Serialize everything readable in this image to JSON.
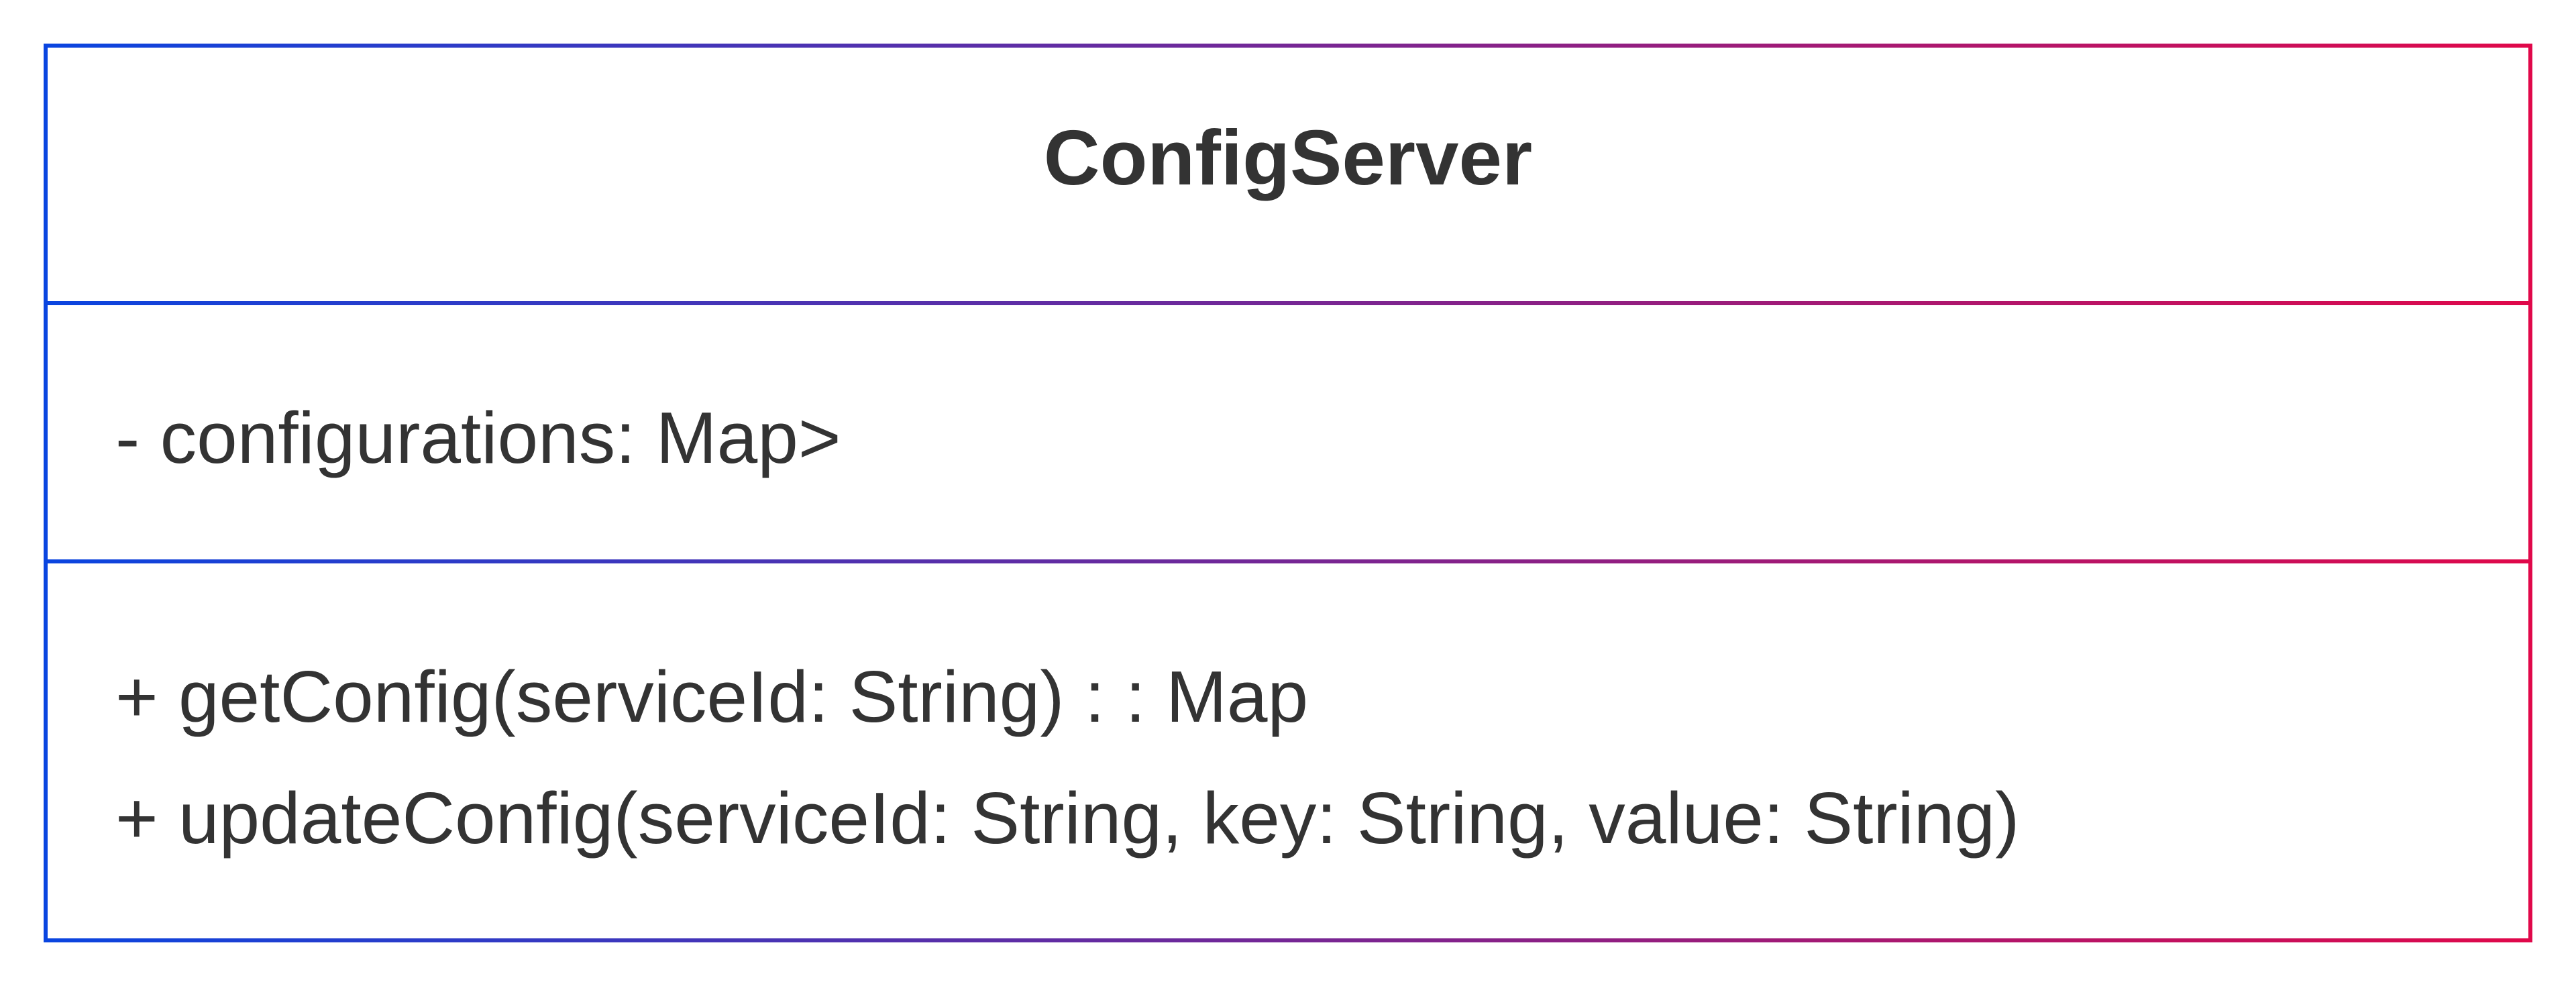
{
  "class_box": {
    "name": "ConfigServer",
    "attributes": [
      "- configurations: Map>"
    ],
    "methods": [
      "+ getConfig(serviceId: String) : : Map",
      "+ updateConfig(serviceId: String, key: String, value: String)"
    ]
  },
  "colors": {
    "border_start": "#0a45e0",
    "border_end": "#e0084a",
    "text": "#333333",
    "background": "#ffffff"
  }
}
